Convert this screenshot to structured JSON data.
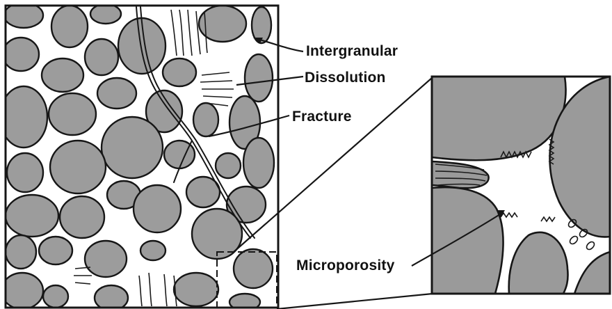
{
  "labels": {
    "intergranular": "Intergranular",
    "dissolution": "Dissolution",
    "fracture": "Fracture",
    "microporosity": "Microporosity"
  },
  "colors": {
    "grain_fill": "#9c9c9c",
    "outline": "#161616",
    "pore": "#ffffff"
  },
  "icons": {
    "arrowhead": "arrowhead-icon"
  }
}
